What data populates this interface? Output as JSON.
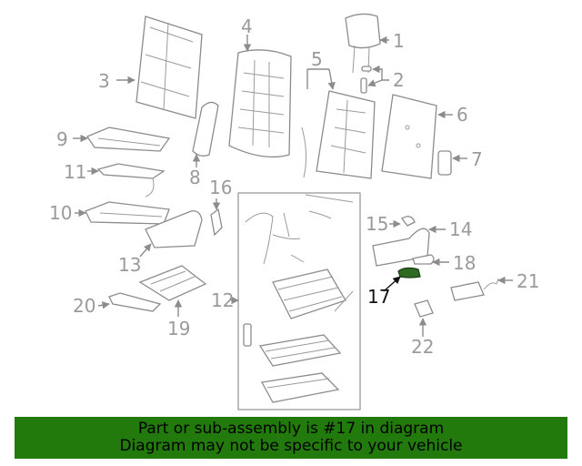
{
  "diagram": {
    "callouts": [
      "1",
      "2",
      "3",
      "4",
      "5",
      "6",
      "7",
      "8",
      "9",
      "10",
      "11",
      "12",
      "13",
      "14",
      "15",
      "16",
      "17",
      "18",
      "19",
      "20",
      "21",
      "22"
    ],
    "highlighted_callout": "17"
  },
  "banner": {
    "line1": "Part or sub-assembly is #17 in diagram",
    "line2": "Diagram may not be specific to your vehicle",
    "background_color": "#227A0C",
    "text_color": "#000000"
  },
  "colors": {
    "highlight_part": "#2E6B22",
    "line_art": "#8C8C8C",
    "callout_text": "#9A9A9A"
  }
}
